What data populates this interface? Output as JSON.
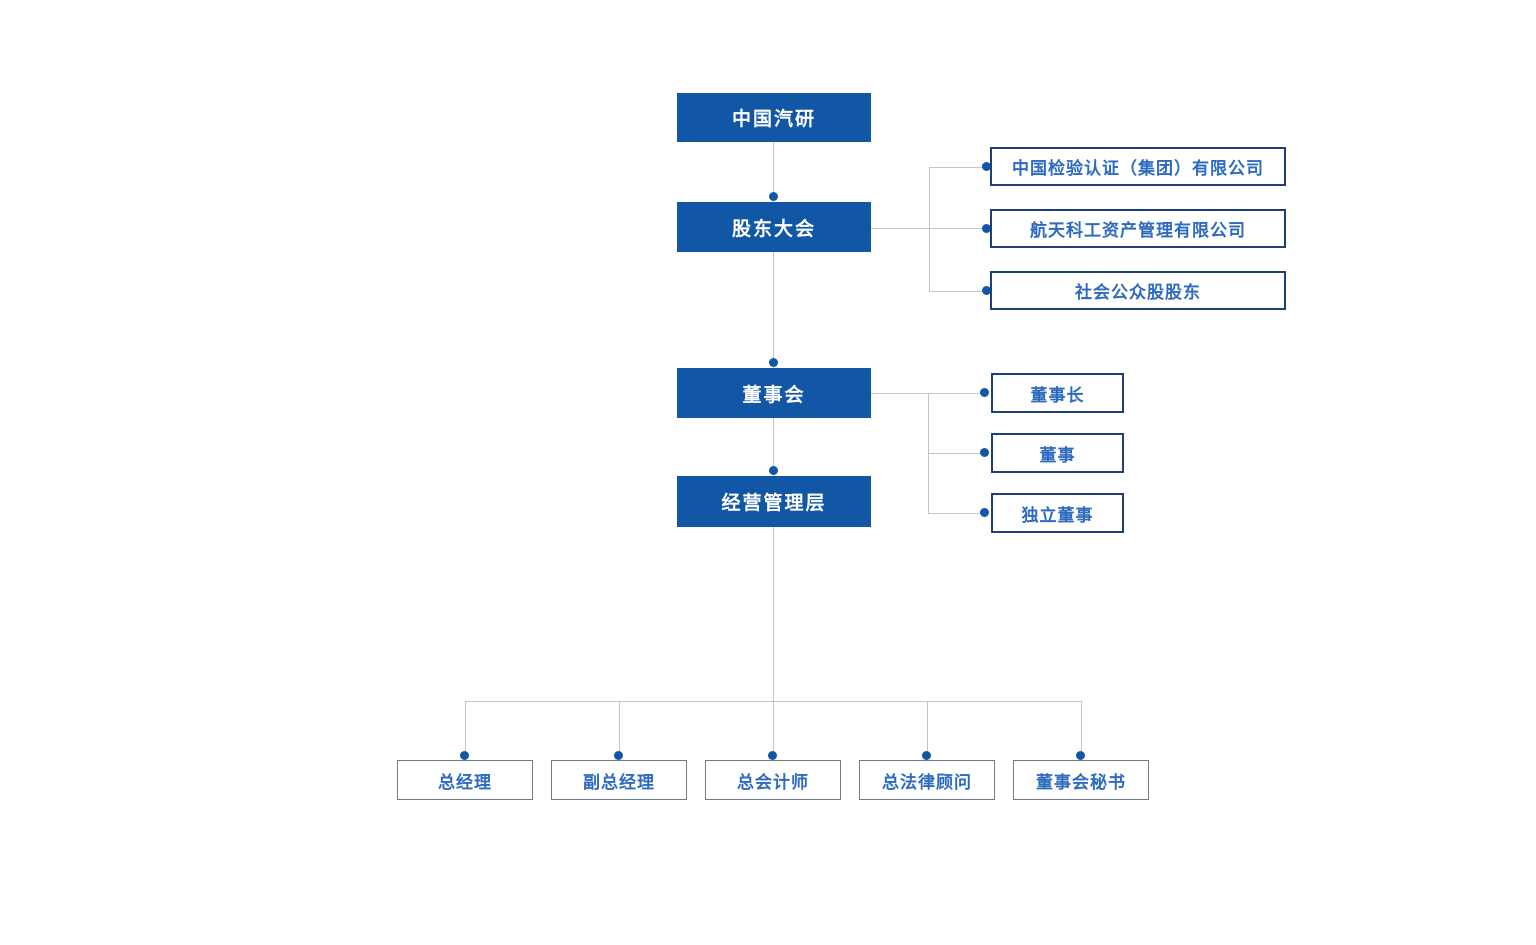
{
  "org_chart": {
    "main_nodes": [
      {
        "label": "中国汽研"
      },
      {
        "label": "股东大会"
      },
      {
        "label": "董事会"
      },
      {
        "label": "经营管理层"
      }
    ],
    "shareholder_nodes": [
      {
        "label": "中国检验认证（集团）有限公司"
      },
      {
        "label": "航天科工资产管理有限公司"
      },
      {
        "label": "社会公众股股东"
      }
    ],
    "board_nodes": [
      {
        "label": "董事长"
      },
      {
        "label": "董事"
      },
      {
        "label": "独立董事"
      }
    ],
    "management_nodes": [
      {
        "label": "总经理"
      },
      {
        "label": "副总经理"
      },
      {
        "label": "总会计师"
      },
      {
        "label": "总法律顾问"
      },
      {
        "label": "董事会秘书"
      }
    ],
    "colors": {
      "primary": "#1157A6",
      "node_text": "#2E6BC0",
      "navy_border": "#1E4076",
      "slate_border": "#6E7A87",
      "connector": "#C2C6CB",
      "canvas_bg": "#FFFFFF"
    }
  }
}
